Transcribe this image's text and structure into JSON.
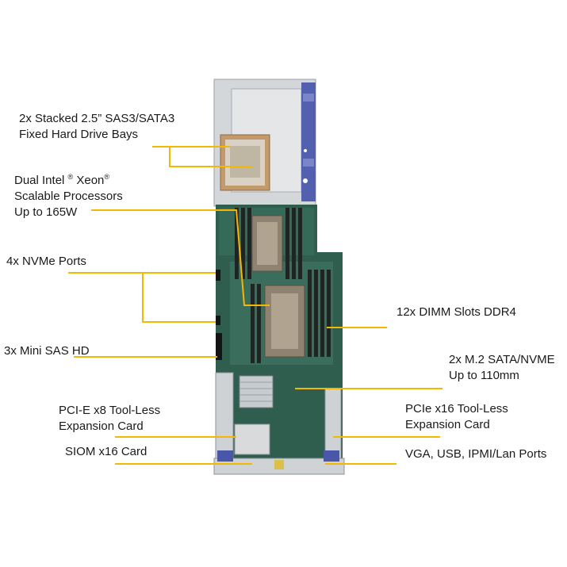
{
  "labels": {
    "drive_bays_l1": "2x Stacked 2.5” SAS3/SATA3",
    "drive_bays_l2": "Fixed Hard Drive Bays",
    "cpu_l1a": "Dual Intel",
    "reg_mark": "®",
    "cpu_l1b": "Xeon",
    "cpu_l2": "Scalable Processors",
    "cpu_l3": "Up to 165W",
    "nvme": "4x NVMe Ports",
    "sas": "3x Mini SAS HD",
    "pcie8_l1": "PCI-E x8 Tool-Less",
    "pcie8_l2": "Expansion Card",
    "siom": "SIOM x16 Card",
    "dimm": "12x DIMM Slots DDR4",
    "m2_l1": "2x M.2 SATA/NVME",
    "m2_l2": "Up to 110mm",
    "pcie16_l1": "PCIe x16 Tool-Less",
    "pcie16_l2": "Expansion Card",
    "ports": "VGA, USB, IPMI/Lan  Ports"
  },
  "colors": {
    "leader": "#f5b800",
    "pcb": "#2f5d4e",
    "tray": "#c9ccd0",
    "bracket": "#4a56a8",
    "heatsink": "#8f8270"
  }
}
